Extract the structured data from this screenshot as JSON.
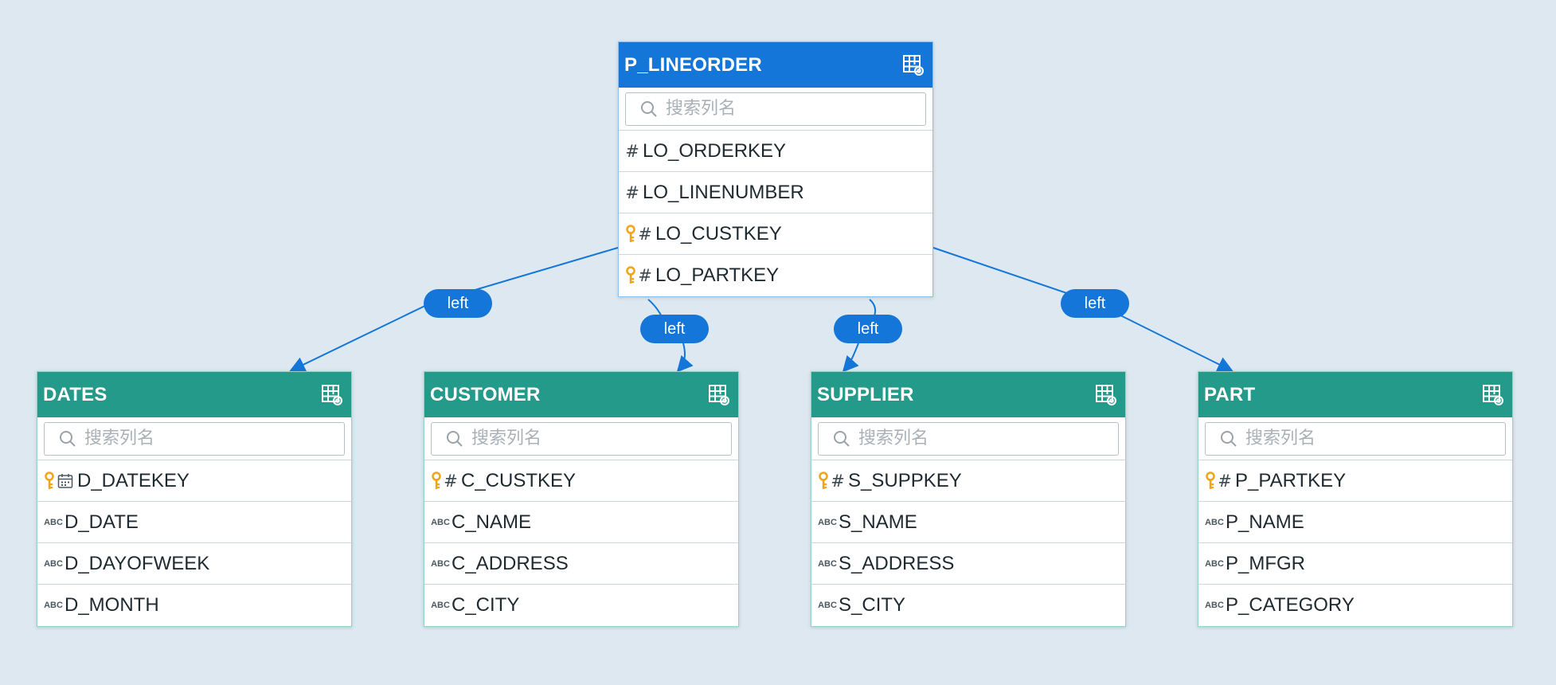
{
  "colors": {
    "fact_header": "#1376d8",
    "dim_header": "#239a8a",
    "link": "#1376d8",
    "key": "#f0a516",
    "canvas": "#dde8f0"
  },
  "search_placeholder": "搜索列名",
  "tables": [
    {
      "id": "P_LINEORDER",
      "kind": "fact",
      "name": "P_LINEORDER",
      "settings_icon": "table-settings-icon",
      "columns": [
        {
          "name": "LO_ORDERKEY",
          "type": "number",
          "key": false
        },
        {
          "name": "LO_LINENUMBER",
          "type": "number",
          "key": false
        },
        {
          "name": "LO_CUSTKEY",
          "type": "number",
          "key": true
        },
        {
          "name": "LO_PARTKEY",
          "type": "number",
          "key": true
        }
      ]
    },
    {
      "id": "DATES",
      "kind": "dim",
      "name": "DATES",
      "settings_icon": "table-settings-icon",
      "columns": [
        {
          "name": "D_DATEKEY",
          "type": "date",
          "key": true
        },
        {
          "name": "D_DATE",
          "type": "text",
          "key": false
        },
        {
          "name": "D_DAYOFWEEK",
          "type": "text",
          "key": false
        },
        {
          "name": "D_MONTH",
          "type": "text",
          "key": false
        }
      ]
    },
    {
      "id": "CUSTOMER",
      "kind": "dim",
      "name": "CUSTOMER",
      "settings_icon": "table-settings-icon",
      "columns": [
        {
          "name": "C_CUSTKEY",
          "type": "number",
          "key": true
        },
        {
          "name": "C_NAME",
          "type": "text",
          "key": false
        },
        {
          "name": "C_ADDRESS",
          "type": "text",
          "key": false
        },
        {
          "name": "C_CITY",
          "type": "text",
          "key": false
        }
      ]
    },
    {
      "id": "SUPPLIER",
      "kind": "dim",
      "name": "SUPPLIER",
      "settings_icon": "table-settings-icon",
      "columns": [
        {
          "name": "S_SUPPKEY",
          "type": "number",
          "key": true
        },
        {
          "name": "S_NAME",
          "type": "text",
          "key": false
        },
        {
          "name": "S_ADDRESS",
          "type": "text",
          "key": false
        },
        {
          "name": "S_CITY",
          "type": "text",
          "key": false
        }
      ]
    },
    {
      "id": "PART",
      "kind": "dim",
      "name": "PART",
      "settings_icon": "table-settings-icon",
      "columns": [
        {
          "name": "P_PARTKEY",
          "type": "number",
          "key": true
        },
        {
          "name": "P_NAME",
          "type": "text",
          "key": false
        },
        {
          "name": "P_MFGR",
          "type": "text",
          "key": false
        },
        {
          "name": "P_CATEGORY",
          "type": "text",
          "key": false
        }
      ]
    }
  ],
  "joins": [
    {
      "from": "P_LINEORDER",
      "to": "DATES",
      "label": "left"
    },
    {
      "from": "P_LINEORDER",
      "to": "CUSTOMER",
      "label": "left"
    },
    {
      "from": "P_LINEORDER",
      "to": "SUPPLIER",
      "label": "left"
    },
    {
      "from": "P_LINEORDER",
      "to": "PART",
      "label": "left"
    }
  ],
  "icons": {
    "number": "hash-icon",
    "text": "abc-icon",
    "date": "calendar-icon",
    "key": "key-icon",
    "search": "search-icon"
  }
}
